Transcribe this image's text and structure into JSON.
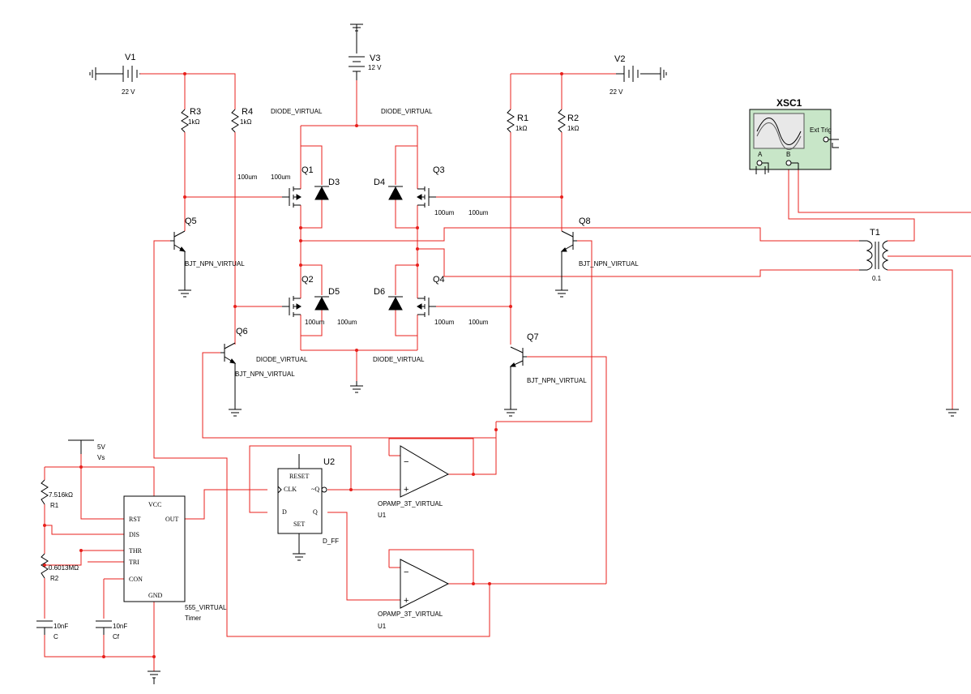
{
  "labels": {
    "V1": "V1",
    "V1_val": "22 V",
    "V2": "V2",
    "V2_val": "22 V",
    "V3": "V3",
    "V3_val": "12 V",
    "R1": "R1",
    "R1_val": "1kΩ",
    "R2": "R2",
    "R2_val": "1kΩ",
    "R3": "R3",
    "R3_val": "1kΩ",
    "R4": "R4",
    "R4_val": "1kΩ",
    "Q1": "Q1",
    "Q2": "Q2",
    "Q3": "Q3",
    "Q4": "Q4",
    "Q5": "Q5",
    "Q6": "Q6",
    "Q7": "Q7",
    "Q8": "Q8",
    "D3": "D3",
    "D4": "D4",
    "D5": "D5",
    "D6": "D6",
    "diode_model": "DIODE_VIRTUAL",
    "bjt_model": "BJT_NPN_VIRTUAL",
    "mos_w": "100um",
    "mos_l": "100um",
    "T1": "T1",
    "T1_val": "0.1",
    "XSC1": "XSC1",
    "ext_trig": "Ext Trig",
    "ch_a": "A",
    "ch_b": "B",
    "Vs_val": "5V",
    "Vs": "Vs",
    "R1b_val": "7.516kΩ",
    "R1b": "R1",
    "R2b_val": "0.6013MΩ",
    "R2b": "R2",
    "C_val": "10nF",
    "C": "C",
    "Cf_val": "10nF",
    "Cf": "Cf",
    "timer_model": "555_VIRTUAL",
    "timer": "Timer",
    "pin_vcc": "VCC",
    "pin_rst": "RST",
    "pin_dis": "DIS",
    "pin_thr": "THR",
    "pin_tri": "TRI",
    "pin_con": "CON",
    "pin_gnd": "GND",
    "pin_out": "OUT",
    "U2": "U2",
    "ff_model": "D_FF",
    "ff_reset": "RESET",
    "ff_set": "SET",
    "ff_clk": "CLK",
    "ff_d": "D",
    "ff_q": "Q",
    "ff_qn": "~Q",
    "opamp_model": "OPAMP_3T_VIRTUAL",
    "U1": "U1",
    "minus": "−",
    "plus": "+"
  },
  "colors": {
    "wire": "#e8201c",
    "component": "#000000",
    "scope_bg": "#c8e6c8"
  }
}
